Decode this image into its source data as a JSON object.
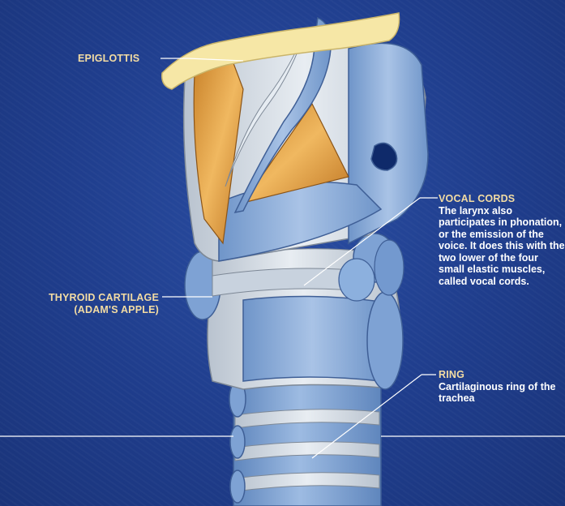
{
  "labels": {
    "epiglottis": "EPIGLOTTIS",
    "thyroid_line1": "THYROID CARTILAGE",
    "thyroid_line2": "(ADAM'S APPLE)",
    "vocal_cords": {
      "title": "VOCAL CORDS",
      "text": "The larynx also participates in phonation, or the emission of the voice. It does this with the two lower of the four small elastic muscles, called vocal cords."
    },
    "ring": {
      "title": "RING",
      "text": "Cartilaginous ring of the trachea"
    }
  },
  "colors": {
    "background": "#1f3d8c",
    "heading": "#f3dca3",
    "cartilage_blue": "#8aaed8",
    "membrane_gray": "#d6dde6",
    "muscle_orange": "#e6a64a",
    "epiglottis_cream": "#f6e7a6"
  }
}
